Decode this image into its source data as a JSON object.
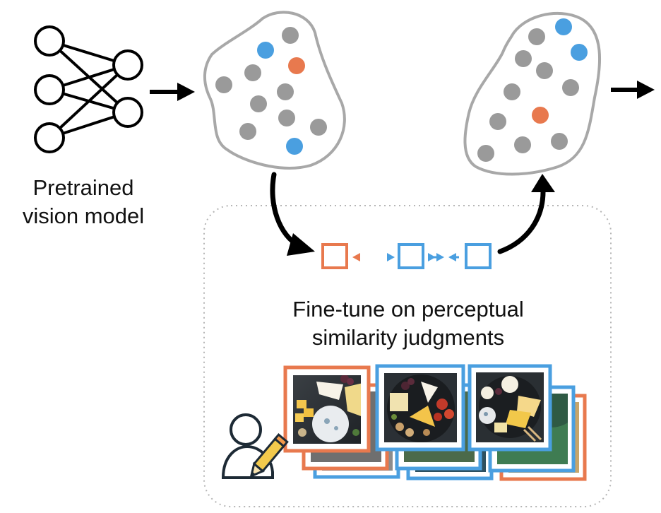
{
  "labels": {
    "model_line1": "Pretrained",
    "model_line2": "vision model",
    "finetune_line1": "Fine-tune on perceptual",
    "finetune_line2": "similarity judgments"
  },
  "colors": {
    "orange": "#E8794E",
    "blue": "#4A9FE0",
    "gray": "#9A9A9A",
    "outline": "#A8A8A8",
    "black": "#000000",
    "dotted_border": "#B5B5B5"
  },
  "icons": {
    "network": "neural-network-icon",
    "person": "person-with-pencil-icon",
    "images": "cheese-platter-image-stack"
  }
}
